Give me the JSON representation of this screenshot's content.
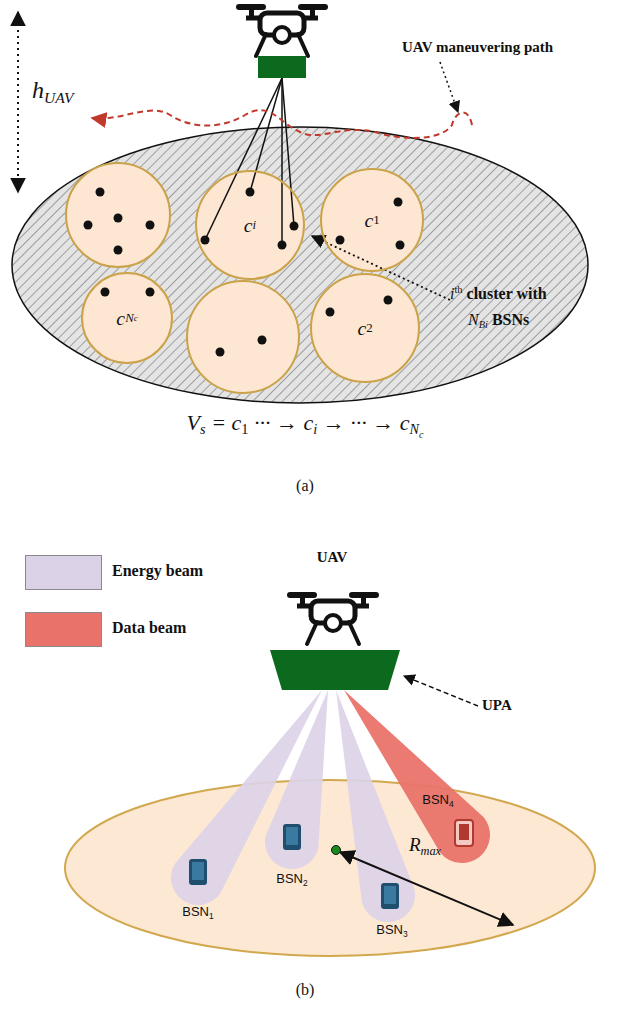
{
  "diagram": {
    "nodes": [
      {
        "text": [
          "c",
          "i"
        ]
      },
      {
        "text": [
          "c",
          "1"
        ]
      },
      {
        "text": [
          "c",
          "N",
          "c"
        ]
      },
      {
        "text": [
          "c",
          "2"
        ]
      }
    ],
    "labels": [
      "h",
      "UAV",
      "UAV maneuvering path",
      "i",
      "th",
      "cluster with",
      "N",
      "Bi",
      "BSNs",
      "V",
      "s",
      "= c",
      "1",
      "··· → c",
      "i",
      "→ ··· → c",
      "N",
      "c",
      "(a)",
      "UAV",
      "UPA",
      "BSN",
      "1",
      "BSN",
      "2",
      "BSN",
      "3",
      "BSN",
      "4",
      "R",
      "max",
      "(b)"
    ],
    "legend": [
      {
        "text": "Energy beam",
        "color": "#dcd2e8"
      },
      {
        "text": "Data beam",
        "color": "#e9736a"
      }
    ]
  }
}
